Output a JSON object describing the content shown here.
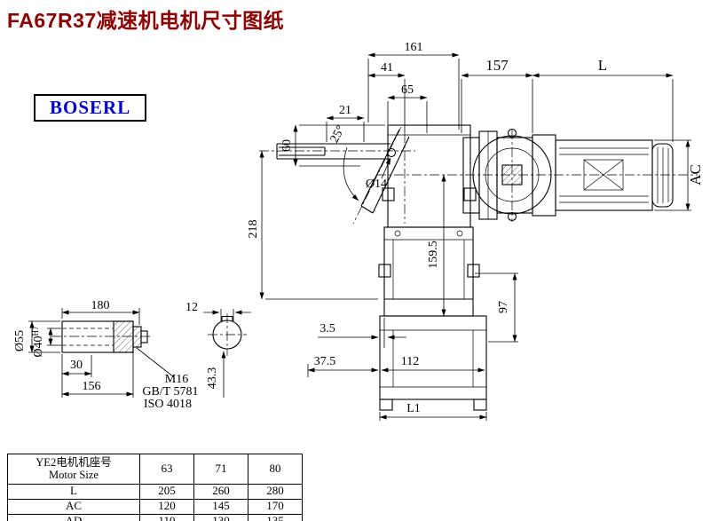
{
  "title": "FA67R37减速机电机尺寸图纸",
  "logo": "BOSERL",
  "dims": {
    "d161": "161",
    "d41": "41",
    "d65": "65",
    "d21": "21",
    "d60": "60",
    "d218": "218",
    "dia14": "Ø14",
    "angle": "25°",
    "d157": "157",
    "L": "L",
    "AC": "AC",
    "d159_5": "159.5",
    "d97": "97",
    "d3_5": "3.5",
    "d37_5": "37.5",
    "d112": "112",
    "L1": "L1",
    "d180": "180",
    "d12": "12",
    "dia55": "Ø55",
    "dia40": "Ø40",
    "h7": "H7",
    "d30": "30",
    "d156": "156",
    "d43_3": "43.3",
    "m16": "M16",
    "gbt": "GB/T 5781",
    "iso": "ISO 4018"
  },
  "table": {
    "header_cn": "YE2电机机座号",
    "header_en": "Motor Size",
    "sizes": [
      "63",
      "71",
      "80"
    ],
    "rows": [
      {
        "label": "L",
        "values": [
          "205",
          "260",
          "280"
        ]
      },
      {
        "label": "AC",
        "values": [
          "120",
          "145",
          "170"
        ]
      },
      {
        "label": "AD",
        "values": [
          "110",
          "130",
          "135"
        ]
      }
    ]
  }
}
